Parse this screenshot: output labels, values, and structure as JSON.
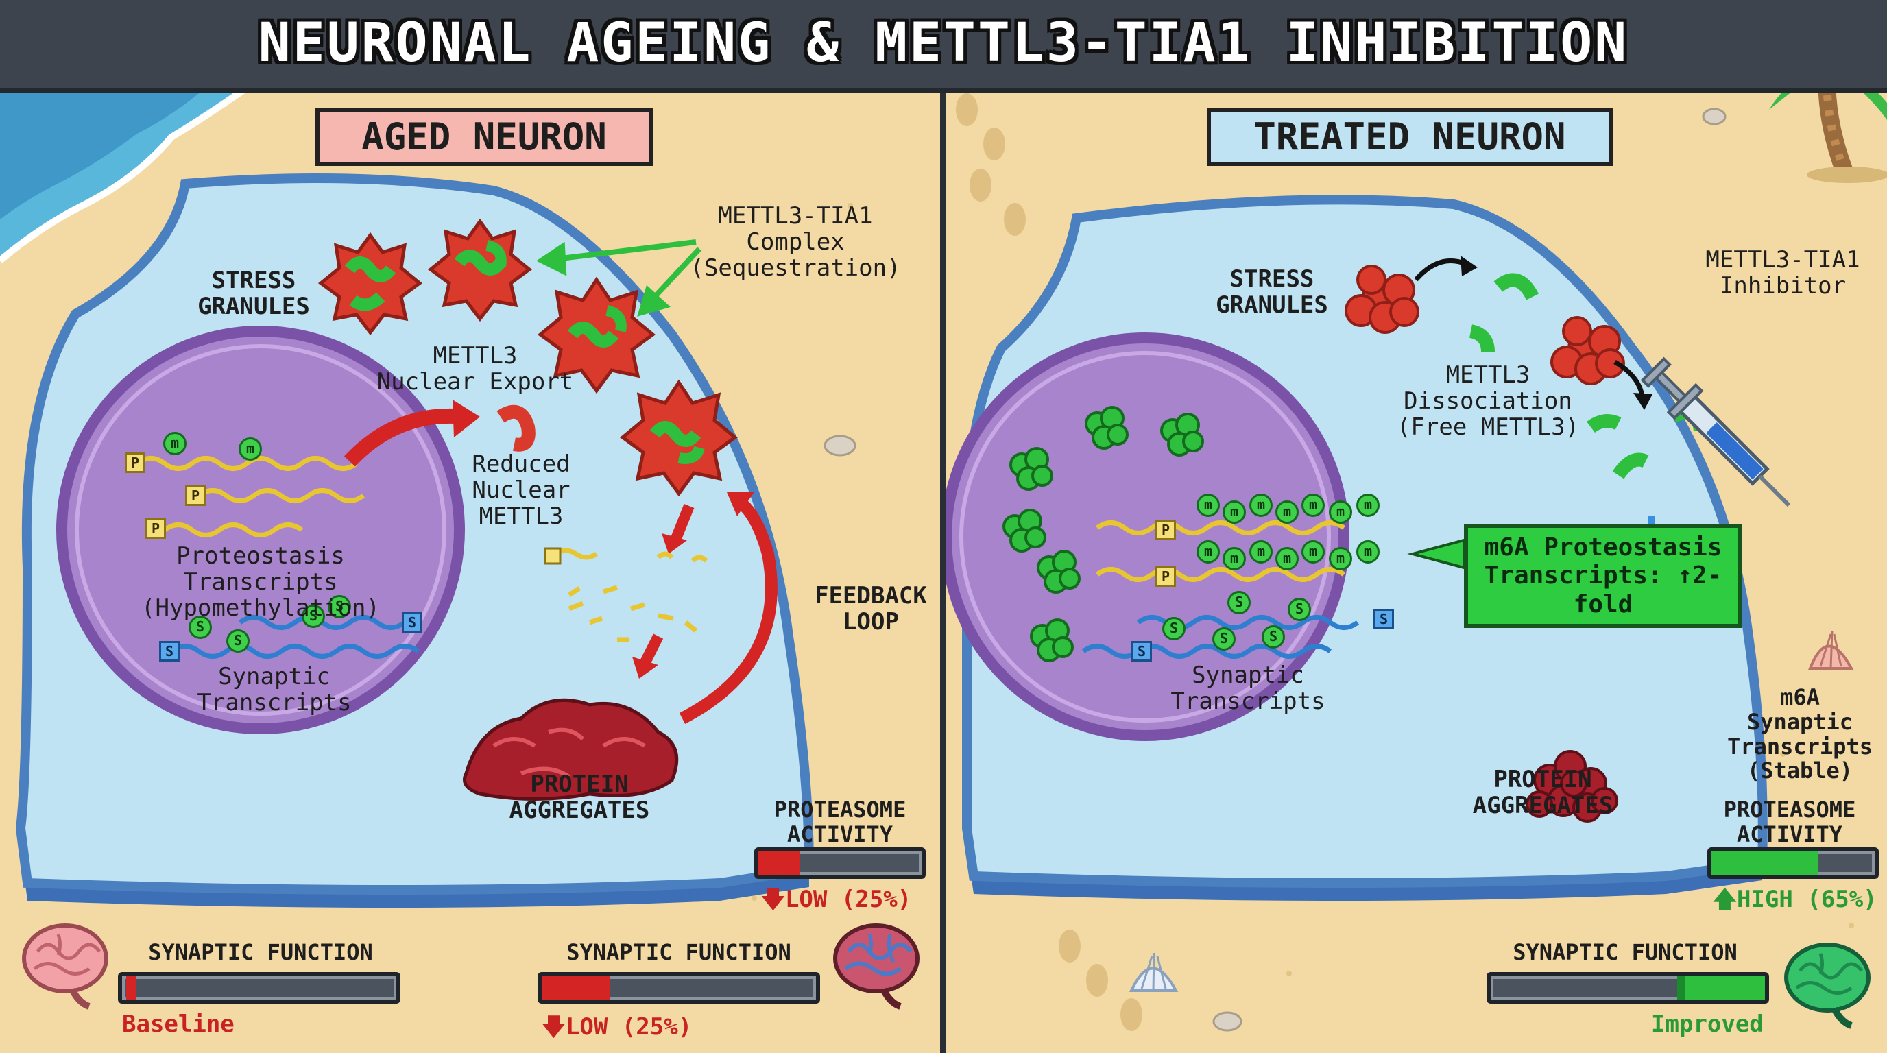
{
  "title": "NEURONAL AGEING & METTL3-TIA1 INHIBITION",
  "panels": {
    "aged": {
      "title": "AGED NEURON",
      "stress_granules": "STRESS\nGRANULES",
      "complex": "METTL3-TIA1\nComplex\n(Sequestration)",
      "export": "METTL3\nNuclear Export",
      "reduced": "Reduced\nNuclear\nMETTL3",
      "proteostasis": "Proteostasis Transcripts\n(Hypomethylation)",
      "synaptic": "Synaptic\nTranscripts",
      "feedback": "FEEDBACK\nLOOP",
      "aggregates": "PROTEIN\nAGGREGATES",
      "proteasome_label": "PROTEASOME\nACTIVITY",
      "proteasome_status": "LOW (25%)",
      "proteasome_value": 25,
      "syn_func_1_label": "SYNAPTIC FUNCTION",
      "syn_func_1_status": "Baseline",
      "syn_func_2_label": "SYNAPTIC FUNCTION",
      "syn_func_2_status": "LOW (25%)",
      "syn_func_2_value": 25
    },
    "treated": {
      "title": "TREATED NEURON",
      "stress_granules": "STRESS\nGRANULES",
      "inhibitor": "METTL3-TIA1\nInhibitor",
      "dissociation": "METTL3\nDissociation\n(Free METTL3)",
      "callout": "m6A Proteostasis\nTranscripts: ↑2-fold",
      "synaptic": "Synaptic\nTranscripts",
      "aggregates": "PROTEIN\nAGGREGATES",
      "m6a_synaptic": "m6A\nSynaptic\nTranscripts\n(Stable)",
      "proteasome_label": "PROTEASOME\nACTIVITY",
      "proteasome_status": "HIGH (65%)",
      "proteasome_value": 65,
      "syn_func_label": "SYNAPTIC FUNCTION",
      "syn_func_status": "Improved"
    }
  },
  "markers": {
    "m": "m",
    "p": "P",
    "s": "S"
  },
  "colors": {
    "sand": "#f3d9a3",
    "cytoplasm": "#bfe3f2",
    "membrane": "#4a7fc0",
    "nucleus": "#9b6fc0",
    "granule_red": "#d93a2b",
    "mettl3_green": "#2fbf3e",
    "aggregate": "#a61f2b",
    "arrow_red": "#d42424",
    "low_red": "#c82222",
    "high_green": "#2a9a38",
    "title_bg": "#3e444e"
  }
}
